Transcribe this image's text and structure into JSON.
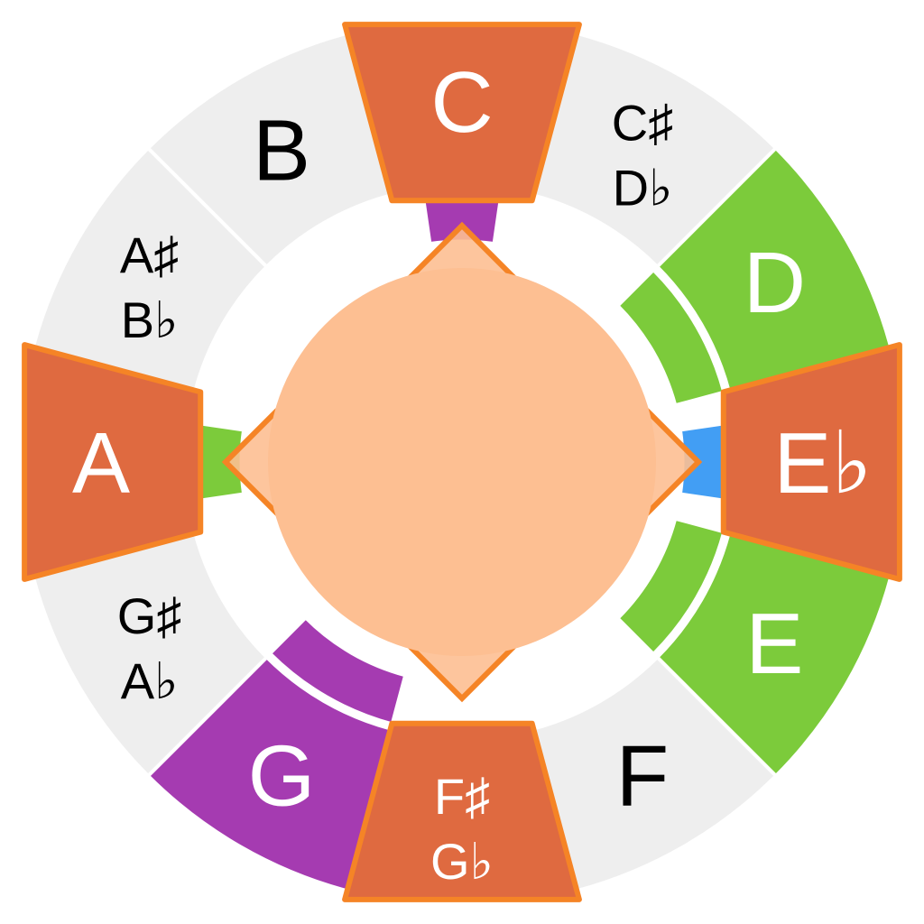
{
  "colors": {
    "ring_bg": "#eeeeee",
    "highlight": "#df6a40",
    "highlight_stroke": "#f58426",
    "green": "#7ccb3b",
    "purple": "#a53bb1",
    "blue": "#429ef4",
    "diamond_fill": "#fdbf92",
    "diamond_stroke": "#f58426",
    "label_dark": "#000000",
    "label_light": "#ffffff"
  },
  "notes": [
    {
      "key": "c",
      "lines": [
        "C"
      ],
      "color": "highlight",
      "text": "light",
      "size": "large",
      "highlighted": true
    },
    {
      "key": "cs",
      "lines": [
        "C♯",
        "D♭"
      ],
      "color": "ring_bg",
      "text": "dark",
      "size": "small",
      "highlighted": false
    },
    {
      "key": "d",
      "lines": [
        "D"
      ],
      "color": "green",
      "text": "light",
      "size": "large",
      "highlighted": false
    },
    {
      "key": "eb",
      "lines": [
        "E♭"
      ],
      "color": "highlight",
      "text": "light",
      "size": "large",
      "highlighted": true
    },
    {
      "key": "e",
      "lines": [
        "E"
      ],
      "color": "green",
      "text": "light",
      "size": "large",
      "highlighted": false
    },
    {
      "key": "f",
      "lines": [
        "F"
      ],
      "color": "ring_bg",
      "text": "dark",
      "size": "large",
      "highlighted": false
    },
    {
      "key": "fs",
      "lines": [
        "F♯",
        "G♭"
      ],
      "color": "highlight",
      "text": "light",
      "size": "small",
      "highlighted": true
    },
    {
      "key": "g",
      "lines": [
        "G"
      ],
      "color": "purple",
      "text": "light",
      "size": "large",
      "highlighted": false
    },
    {
      "key": "gs",
      "lines": [
        "G♯",
        "A♭"
      ],
      "color": "ring_bg",
      "text": "dark",
      "size": "small",
      "highlighted": false
    },
    {
      "key": "a",
      "lines": [
        "A"
      ],
      "color": "highlight",
      "text": "light",
      "size": "large",
      "highlighted": true
    },
    {
      "key": "as",
      "lines": [
        "A♯",
        "B♭"
      ],
      "color": "ring_bg",
      "text": "dark",
      "size": "small",
      "highlighted": false
    },
    {
      "key": "b",
      "lines": [
        "B"
      ],
      "color": "ring_bg",
      "text": "dark",
      "size": "large",
      "highlighted": false
    }
  ],
  "interval_bands": [
    {
      "name": "a-wedge",
      "color": "green",
      "note_index": 9
    },
    {
      "name": "c-wedge",
      "color": "purple",
      "note_index": 0
    },
    {
      "name": "eb-wedge",
      "color": "blue",
      "note_index": 3
    },
    {
      "name": "d-inner-arc",
      "color": "green",
      "note_index": 2
    },
    {
      "name": "e-inner-arc",
      "color": "green",
      "note_index": 4
    },
    {
      "name": "g-inner-arc",
      "color": "purple",
      "note_index": 7
    }
  ],
  "chord_shape": {
    "note_indices": [
      0,
      3,
      6,
      9
    ],
    "fill": "diamond_fill",
    "stroke": "diamond_stroke"
  }
}
